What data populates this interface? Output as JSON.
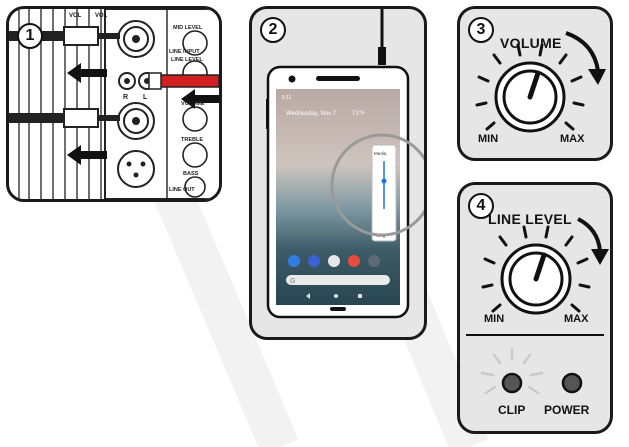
{
  "steps": {
    "step1": {
      "number": "1"
    },
    "step2": {
      "number": "2"
    },
    "step3": {
      "number": "3",
      "title": "VOLUME",
      "min": "MIN",
      "max": "MAX"
    },
    "step4": {
      "number": "4",
      "title": "LINE LEVEL",
      "min": "MIN",
      "max": "MAX",
      "indicators": {
        "clip": "CLIP",
        "power": "POWER"
      }
    }
  },
  "mixer_labels": {
    "vol1": "VOL",
    "vol2": "VOL",
    "mid_level": "MID LEVEL",
    "line_level": "LINE LEVEL",
    "volume": "VOLUME",
    "treble": "TREBLE",
    "bass": "BASS",
    "line_input": "LINE INPUT",
    "line_out": "LINE OUT",
    "min": "MIN",
    "max": "MAX",
    "r": "R",
    "l": "L"
  },
  "phone": {
    "status_time": "5:11",
    "date_line": "Wednesday, Nov 7",
    "temp": "71°F",
    "volume_panel": {
      "title": "Media",
      "bottom": "Ring"
    }
  },
  "colors": {
    "panel_bg": "#e6e6e6",
    "outline": "#1a1a1a",
    "plug_red": "#d02020"
  },
  "icons": [
    "arrow-curved-icon",
    "cable-plug-icon",
    "phone-icon",
    "volume-knob-icon",
    "led-icon"
  ]
}
